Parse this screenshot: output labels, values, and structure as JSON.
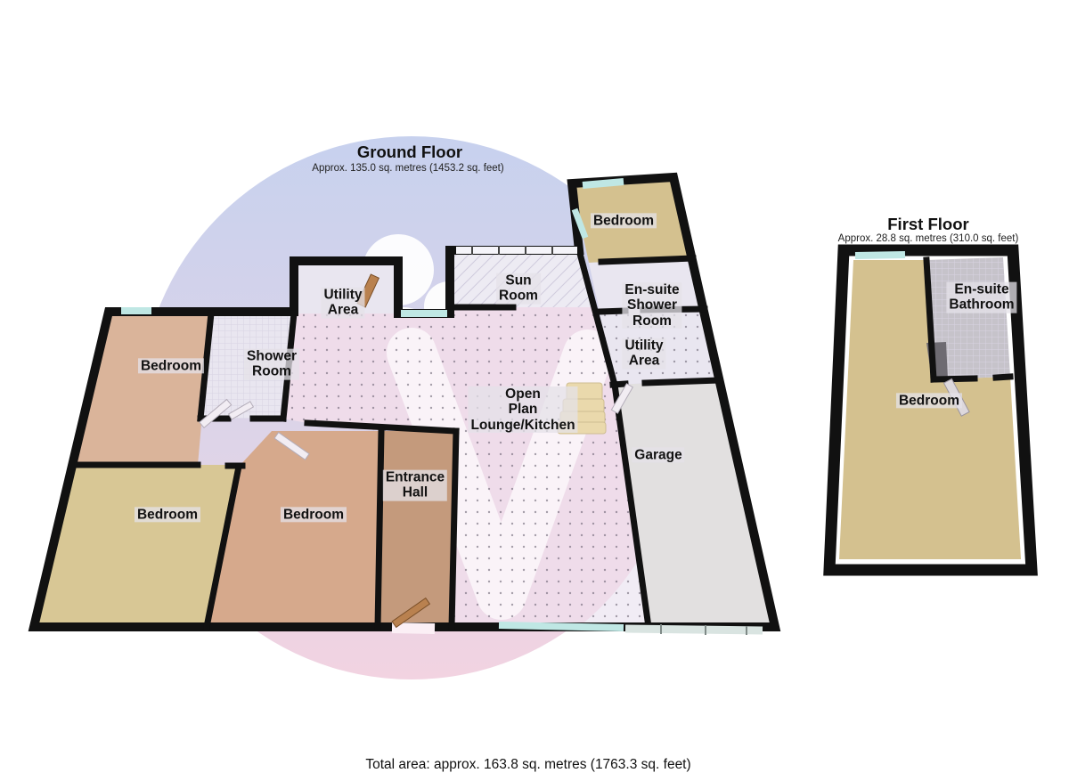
{
  "ground_floor": {
    "title": "Ground Floor",
    "subtitle": "Approx. 135.0 sq. metres (1453.2 sq. feet)"
  },
  "first_floor": {
    "title": "First Floor",
    "subtitle": "Approx. 28.8 sq. metres (310.0 sq. feet)"
  },
  "ground_floor_rooms": {
    "bedroom_top": [
      "Bedroom"
    ],
    "sun_room": [
      "Sun",
      "Room"
    ],
    "utility_left": [
      "Utility",
      "Area"
    ],
    "ensuite_shower": [
      "En-suite",
      "Shower",
      "Room"
    ],
    "utility_right": [
      "Utility",
      "Area"
    ],
    "shower_room": [
      "Shower",
      "Room"
    ],
    "bedroom_left": [
      "Bedroom"
    ],
    "open_plan": [
      "Open",
      "Plan",
      "Lounge/Kitchen"
    ],
    "garage": [
      "Garage"
    ],
    "entrance_hall": [
      "Entrance",
      "Hall"
    ],
    "bedroom_bottom_left": [
      "Bedroom"
    ],
    "bedroom_bottom_middle": [
      "Bedroom"
    ]
  },
  "first_floor_rooms": {
    "ensuite_bathroom": [
      "En-suite",
      "Bathroom"
    ],
    "bedroom": [
      "Bedroom"
    ]
  },
  "footer": {
    "total_area": "Total area: approx. 163.8 sq. metres (1763.3 sq. feet)"
  },
  "colors": {
    "wall": "#111111",
    "bedroom_tan": "#d4c18f",
    "bedroom_pink": "#dab49a",
    "bedroom_salmon": "#d6a98c",
    "hall_brown": "#c49a7c",
    "tile_light": "#e9e6f0",
    "openplan": "#f1ecf5",
    "garage_grey": "#e2e0e0",
    "window_teal": "#bfe7e4",
    "door_wood": "#b9814f",
    "stair_beige": "#ead9ac",
    "watermark_blue": "#c7d1ee",
    "watermark_pink": "#f2d3e1",
    "label_bg": "rgba(228,226,232,0.75)"
  }
}
